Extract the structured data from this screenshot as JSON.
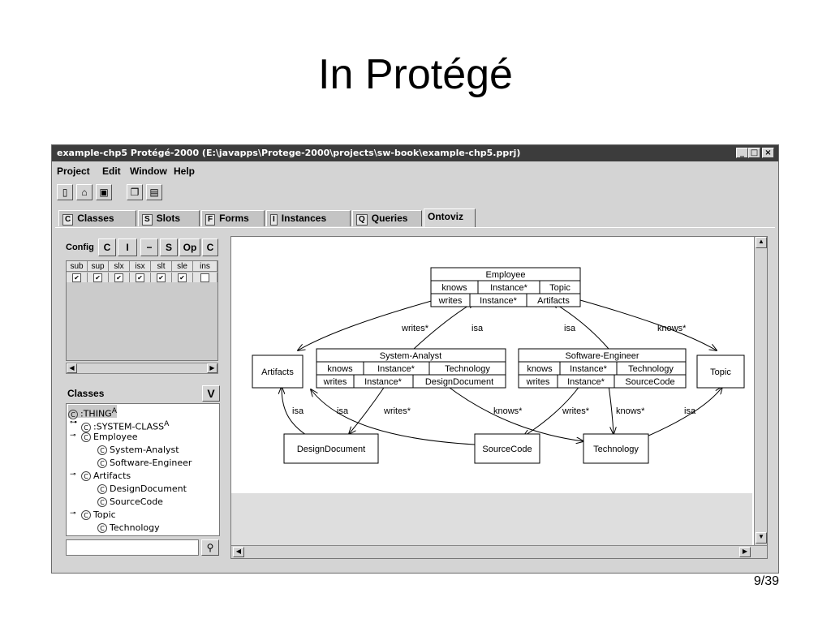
{
  "slide": {
    "title": "In Protégé",
    "page": "9/39"
  },
  "window": {
    "title": "example-chp5  Protégé-2000   (E:\\javapps\\Protege-2000\\projects\\sw-book\\example-chp5.pprj)",
    "controls": [
      "_",
      "□",
      "×"
    ]
  },
  "menu": [
    "Project",
    "Edit",
    "Window",
    "Help"
  ],
  "tabs": [
    {
      "label": "Classes",
      "icon": "C"
    },
    {
      "label": "Slots",
      "icon": "S"
    },
    {
      "label": "Forms",
      "icon": "F"
    },
    {
      "label": "Instances",
      "icon": "I"
    },
    {
      "label": "Queries",
      "icon": "Q"
    },
    {
      "label": "Ontoviz",
      "icon": ""
    }
  ],
  "config": {
    "label": "Config",
    "buttons": [
      "C",
      "I",
      "−",
      "S",
      "Op",
      "C"
    ],
    "columns": [
      "sub",
      "sup",
      "slx",
      "isx",
      "slt",
      "sle",
      "ins"
    ],
    "checked": [
      true,
      true,
      true,
      true,
      true,
      true,
      false
    ]
  },
  "classes": {
    "header": "Classes",
    "header_button": "V",
    "tree": [
      {
        "label": ":THING",
        "suffix": "A"
      },
      {
        "label": ":SYSTEM-CLASS",
        "suffix": "A"
      },
      {
        "label": "Employee",
        "suffix": ""
      },
      {
        "label": "System-Analyst",
        "suffix": ""
      },
      {
        "label": "Software-Engineer",
        "suffix": ""
      },
      {
        "label": "Artifacts",
        "suffix": ""
      },
      {
        "label": "DesignDocument",
        "suffix": ""
      },
      {
        "label": "SourceCode",
        "suffix": ""
      },
      {
        "label": "Topic",
        "suffix": ""
      },
      {
        "label": "Technology",
        "suffix": ""
      }
    ]
  },
  "graph": {
    "employee": {
      "name": "Employee",
      "r1": [
        "knows",
        "Instance*",
        "Topic"
      ],
      "r2": [
        "writes",
        "Instance*",
        "Artifacts"
      ]
    },
    "system_analyst": {
      "name": "System-Analyst",
      "r1": [
        "knows",
        "Instance*",
        "Technology"
      ],
      "r2": [
        "writes",
        "Instance*",
        "DesignDocument"
      ]
    },
    "software_engineer": {
      "name": "Software-Engineer",
      "r1": [
        "knows",
        "Instance*",
        "Technology"
      ],
      "r2": [
        "writes",
        "Instance*",
        "SourceCode"
      ]
    },
    "artifacts": "Artifacts",
    "topic": "Topic",
    "design_document": "DesignDocument",
    "source_code": "SourceCode",
    "technology": "Technology",
    "edge_labels": {
      "writes_top": "writes*",
      "isa_sa": "isa",
      "isa_se": "isa",
      "knows_top": "knows*",
      "isa_dd": "isa",
      "isa_sc": "isa",
      "writes_sa": "writes*",
      "knows_sa": "knows*",
      "writes_se": "writes*",
      "knows_se": "knows*",
      "isa_tech": "isa"
    }
  }
}
